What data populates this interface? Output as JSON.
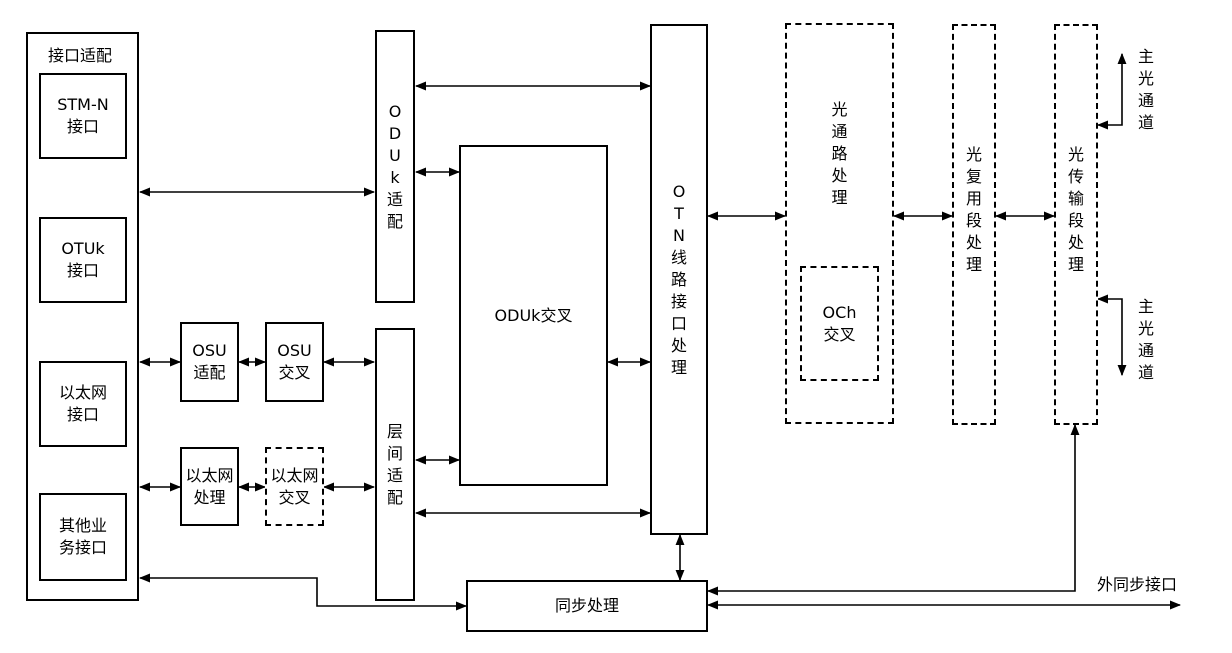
{
  "interface_adapt": {
    "title": "接口适配",
    "stm_n": "STM-N\n接口",
    "otuk": "OTUk\n接口",
    "ethernet": "以太网\n接口",
    "other": "其他业\n务接口"
  },
  "osu_adapt": "OSU\n适配",
  "osu_cross": "OSU\n交叉",
  "eth_proc": "以太网\n处理",
  "eth_cross": "以太网\n交叉",
  "oduk_adapt": "O\nD\nU\nk\n适\n配",
  "layer_adapt": "层\n间\n适\n配",
  "oduk_cross": "ODUk交叉",
  "otn_line": "O\nT\nN\n线\n路\n接\n口\n处\n理",
  "och_proc": "光\n通\n路\n处\n理",
  "och_cross": "OCh\n交叉",
  "oms_proc": "光\n复\n用\n段\n处\n理",
  "ots_proc": "光\n传\n输\n段\n处\n理",
  "main_ch_top": "主\n光\n通\n道",
  "main_ch_bottom": "主\n光\n通\n道",
  "sync": "同步处理",
  "ext_sync": "外同步接口"
}
